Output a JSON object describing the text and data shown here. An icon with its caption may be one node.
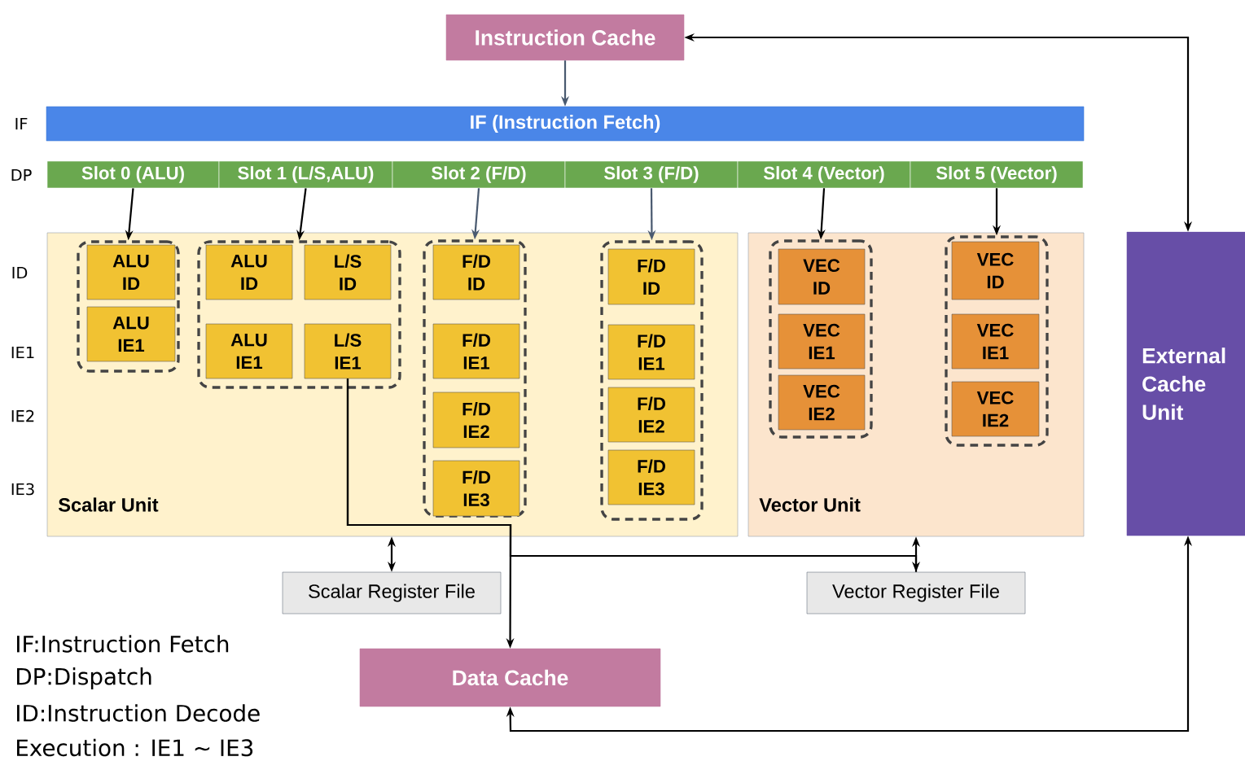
{
  "diagram": {
    "nodes": [
      {
        "text": [
          "Instruction Cache"
        ]
      },
      {
        "text": [
          "IF (Instruction Fetch)"
        ]
      },
      {
        "text": [
          "Slot 0 (ALU)"
        ]
      },
      {
        "text": [
          "Slot 1 (L/S,ALU)"
        ]
      },
      {
        "text": [
          "Slot 2 (F/D)"
        ]
      },
      {
        "text": [
          "Slot 3 (F/D)"
        ]
      },
      {
        "text": [
          "Slot 4 (Vector)"
        ]
      },
      {
        "text": [
          "Slot 5 (Vector)"
        ]
      },
      {
        "text": [
          "Scalar Unit"
        ]
      },
      {
        "text": [
          "Vector Unit"
        ]
      },
      {
        "text": [
          "External Cache Unit"
        ]
      },
      {
        "text": [
          "Scalar Register File"
        ]
      },
      {
        "text": [
          "Vector Register File"
        ]
      },
      {
        "text": [
          "Data Cache"
        ]
      },
      {
        "text": [],
        "shape": "box",
        "in": 8
      },
      {
        "text": [
          "ALU ID"
        ],
        "in": 14
      },
      {
        "text": [
          "ALU IE1"
        ],
        "in": 14
      },
      {
        "text": [],
        "shape": "box",
        "in": 8
      },
      {
        "text": [
          "ALU ID"
        ],
        "in": 17
      },
      {
        "text": [
          "L/S ID"
        ],
        "in": 17
      },
      {
        "text": [
          "ALU IE1"
        ],
        "in": 17
      },
      {
        "text": [
          "L/S IE1"
        ],
        "in": 17
      },
      {
        "text": [],
        "shape": "box",
        "in": 8
      },
      {
        "text": [
          "F/D ID"
        ],
        "in": 22
      },
      {
        "text": [
          "F/D IE1"
        ],
        "in": 22
      },
      {
        "text": [
          "F/D IE2"
        ],
        "in": 22
      },
      {
        "text": [
          "F/D IE3"
        ],
        "in": 22
      },
      {
        "text": [],
        "shape": "box",
        "in": 8
      },
      {
        "text": [
          "F/D ID"
        ],
        "in": 27
      },
      {
        "text": [
          "F/D IE1"
        ],
        "in": 27
      },
      {
        "text": [
          "F/D IE2"
        ],
        "in": 27
      },
      {
        "text": [
          "F/D IE3"
        ],
        "in": 27
      },
      {
        "text": [],
        "shape": "box",
        "in": 9
      },
      {
        "text": [
          "VEC ID"
        ],
        "in": 32
      },
      {
        "text": [
          "VEC IE1"
        ],
        "in": 32
      },
      {
        "text": [
          "VEC IE2"
        ],
        "in": 32
      },
      {
        "text": [],
        "shape": "box",
        "in": 9
      },
      {
        "text": [
          "VEC ID"
        ],
        "in": 36
      },
      {
        "text": [
          "VEC IE1"
        ],
        "in": 36
      },
      {
        "text": [
          "VEC IE2"
        ],
        "in": 36
      }
    ],
    "edges": [
      {
        "from": 0,
        "to": 1,
        "arrow": "to",
        "color": "#4a5a70"
      },
      {
        "from": 0,
        "to": 10,
        "arrow": "both"
      },
      {
        "from": 2,
        "to": 14,
        "arrow": "to"
      },
      {
        "from": 3,
        "to": 17,
        "arrow": "to"
      },
      {
        "from": 4,
        "to": 22,
        "arrow": "to",
        "color": "#4a5a70"
      },
      {
        "from": 5,
        "to": 27,
        "arrow": "to",
        "color": "#4a5a70"
      },
      {
        "from": 6,
        "to": 32,
        "arrow": "to"
      },
      {
        "from": 7,
        "to": 36,
        "arrow": "to"
      },
      {
        "from": 8,
        "to": 11,
        "arrow": "both"
      },
      {
        "from": 9,
        "to": 12,
        "arrow": "both"
      },
      {
        "from": 21,
        "to": 13,
        "arrow": "to"
      },
      {
        "from": 21,
        "to": 12,
        "arrow": "none"
      },
      {
        "from": 13,
        "to": 10,
        "arrow": "both"
      }
    ],
    "labels": [
      "IF",
      "DP",
      "ID",
      "IE1",
      "IE2",
      "IE3",
      "IF:Instruction Fetch",
      "DP:Dispatch",
      "ID:Instruction Decode",
      "Execution : IE1 ~ IE3"
    ]
  }
}
